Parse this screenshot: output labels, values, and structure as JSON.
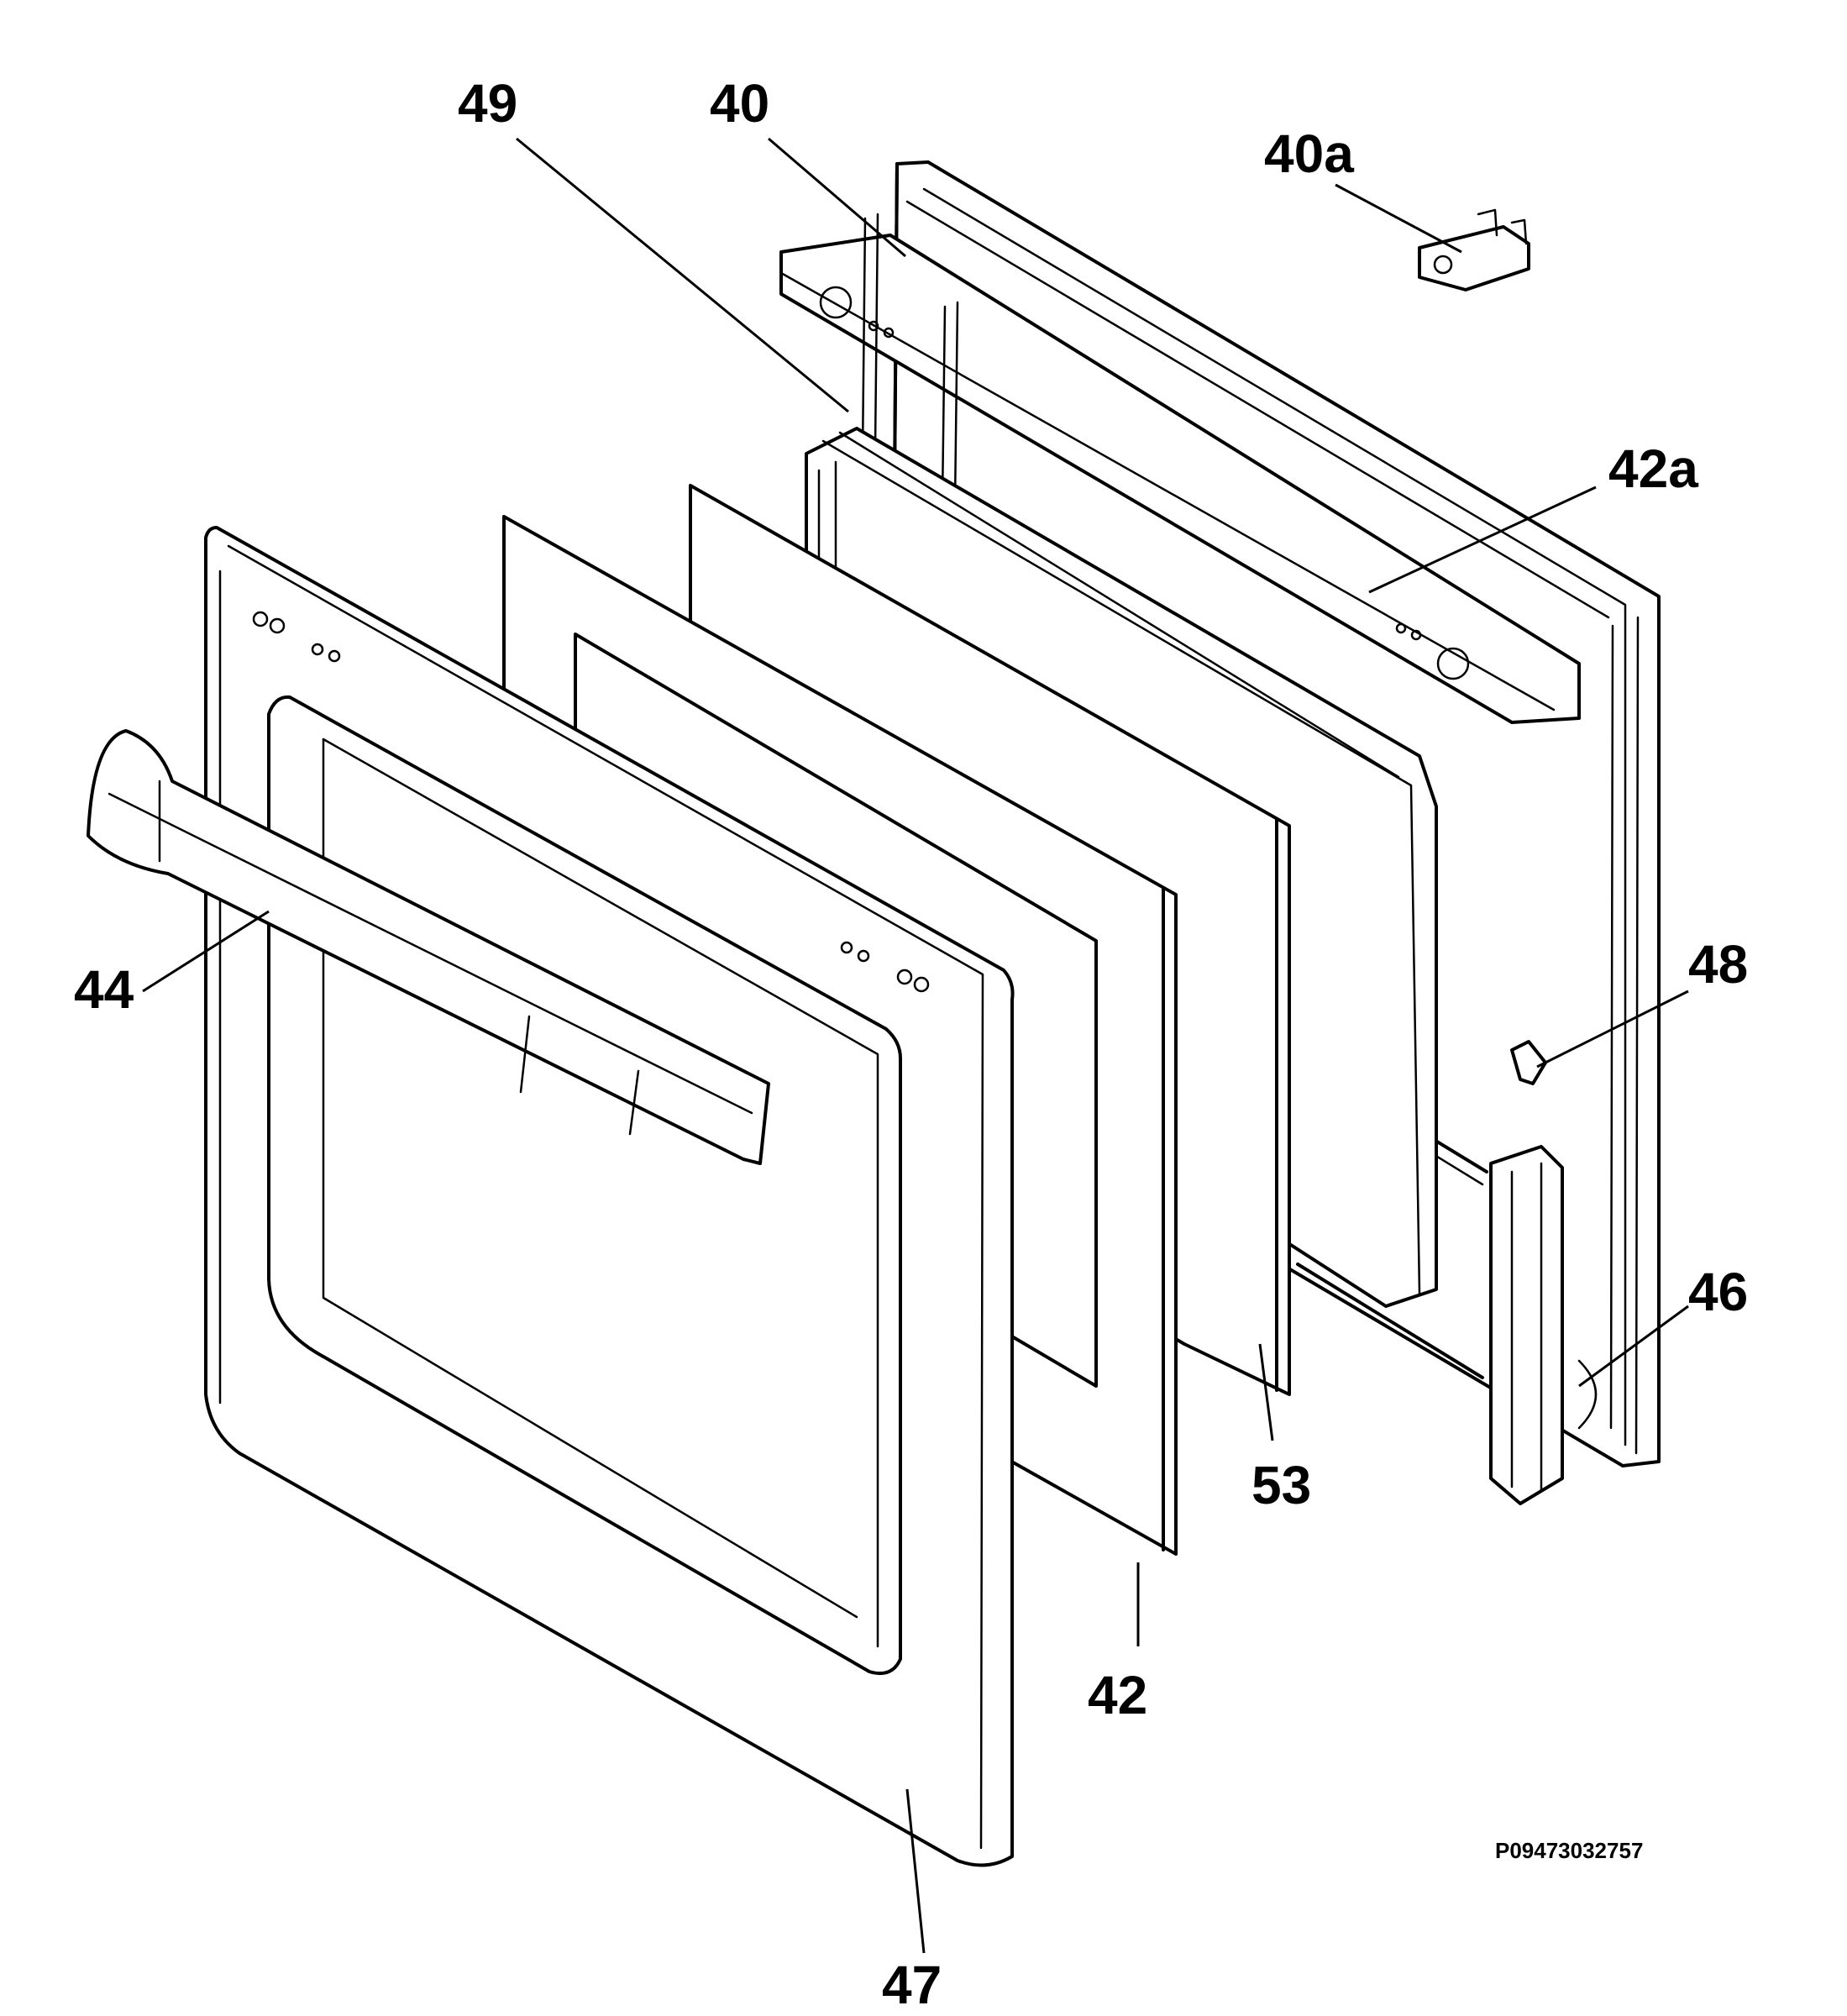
{
  "diagram": {
    "reference_code": "P09473032757",
    "callouts": [
      {
        "id": "40",
        "label": "40"
      },
      {
        "id": "40a",
        "label": "40a"
      },
      {
        "id": "42",
        "label": "42"
      },
      {
        "id": "42a",
        "label": "42a"
      },
      {
        "id": "44",
        "label": "44"
      },
      {
        "id": "46",
        "label": "46"
      },
      {
        "id": "47",
        "label": "47"
      },
      {
        "id": "48",
        "label": "48"
      },
      {
        "id": "49",
        "label": "49"
      },
      {
        "id": "53",
        "label": "53"
      }
    ]
  }
}
